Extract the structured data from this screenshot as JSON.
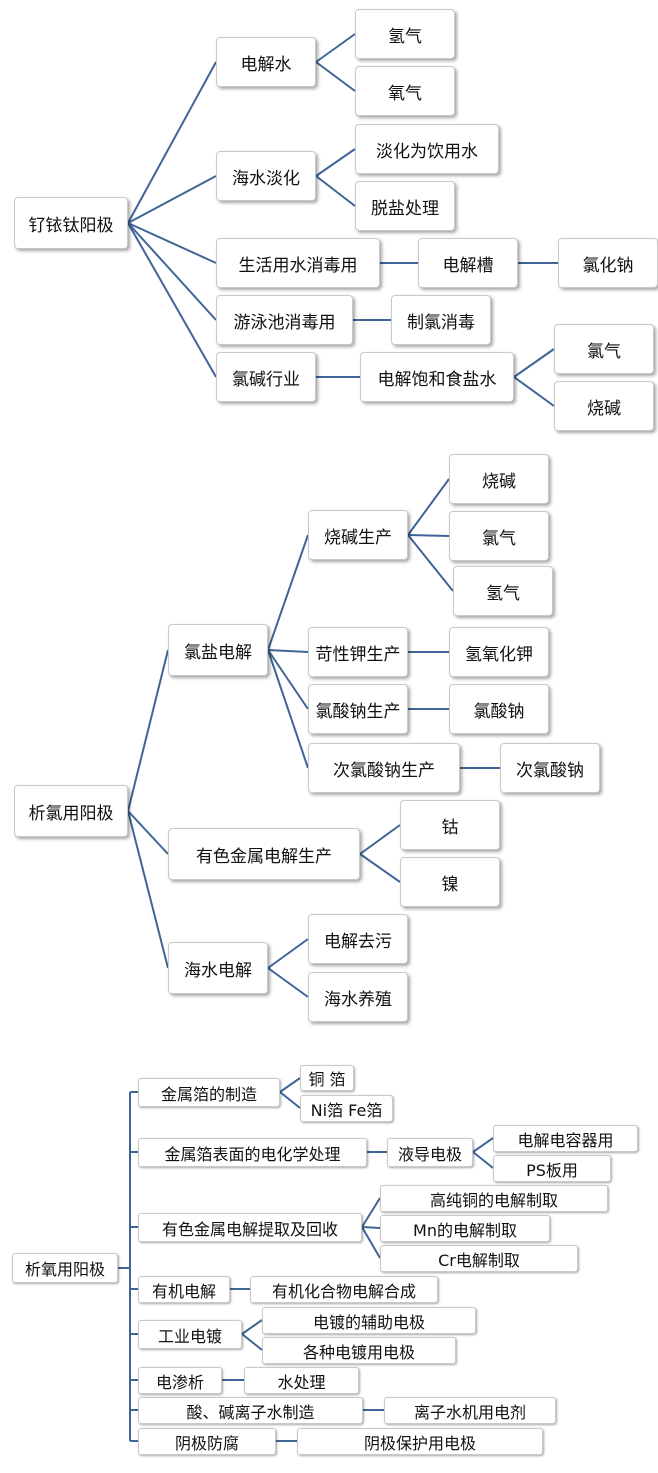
{
  "d1": {
    "root": "钌铱钛阳极",
    "electrolysis_water": "电解水",
    "hydrogen": "氢气",
    "oxygen": "氧气",
    "desalination": "海水淡化",
    "drinking": "淡化为饮用水",
    "desalt": "脱盐处理",
    "domestic": "生活用水消毒用",
    "cell": "电解槽",
    "nacl": "氯化钠",
    "pool": "游泳池消毒用",
    "chlorine_disinfect": "制氯消毒",
    "chloralkali": "氯碱行业",
    "brine": "电解饱和食盐水",
    "chlorine": "氯气",
    "caustic": "烧碱"
  },
  "d2": {
    "root": "析氯用阳极",
    "chlorsalt": "氯盐电解",
    "caustic_prod": "烧碱生产",
    "caustic": "烧碱",
    "chlorine": "氯气",
    "hydrogen": "氢气",
    "koh_prod": "苛性钾生产",
    "koh": "氢氧化钾",
    "chlorate_prod": "氯酸钠生产",
    "chlorate": "氯酸钠",
    "hypo_prod": "次氯酸钠生产",
    "hypo": "次氯酸钠",
    "nonferrous": "有色金属电解生产",
    "cobalt": "钴",
    "nickel": "镍",
    "seawater": "海水电解",
    "decontam": "电解去污",
    "aquaculture": "海水养殖"
  },
  "d3": {
    "root": "析氧用阳极",
    "foil": "金属箔的制造",
    "copper_foil": "铜 箔",
    "ni_fe_foil": "Ni箔 Fe箔",
    "foil_surface": "金属箔表面的电化学处理",
    "liquid_electrode": "液导电极",
    "capacitor": "电解电容器用",
    "ps": "PS板用",
    "nonferrous": "有色金属电解提取及回收",
    "hp_copper": "高纯铜的电解制取",
    "mn": "Mn的电解制取",
    "cr": "Cr电解制取",
    "organic": "有机电解",
    "organic_syn": "有机化合物电解合成",
    "plating": "工业电镀",
    "aux": "电镀的辅助电极",
    "various": "各种电镀用电极",
    "osmosis": "电渗析",
    "water_treat": "水处理",
    "ion_water": "酸、碱离子水制造",
    "ion_agent": "离子水机用电剂",
    "cathodic": "阴极防腐",
    "cathodic_prot": "阴极保护用电极"
  },
  "colors": {
    "line": "#3f6597"
  }
}
